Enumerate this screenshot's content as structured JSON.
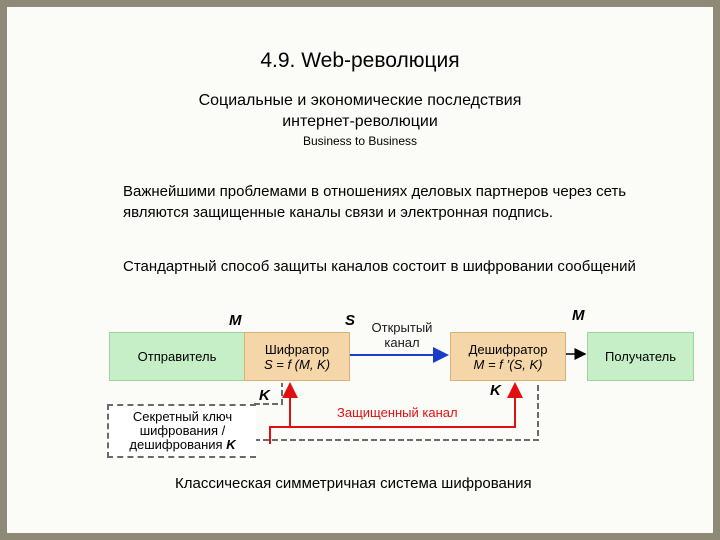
{
  "slide": {
    "title": "4.9. Web-революция",
    "subtitle_line1": "Социальные и экономические последствия",
    "subtitle_line2": "интернет-революции",
    "subtitle_line3": "Business to Business",
    "paragraph1": "Важнейшими проблемами в отношениях деловых партнеров через сеть являются защищенные каналы связи и электронная подпись.",
    "paragraph2": "Стандартный способ защиты каналов состоит в  шифровании сообщений",
    "caption": "Классическая симметричная система шифрования"
  },
  "diagram": {
    "sender": "Отправитель",
    "encryptor_line1": "Шифратор",
    "encryptor_line2": "S = f (M, K)",
    "decryptor_line1": "Дешифратор",
    "decryptor_line2": "M = f  ’(S, K)",
    "receiver": "Получатель",
    "key_line1": "Секретный ключ",
    "key_line2": "шифрования /",
    "key_line3": "дешифрования",
    "key_symbol": "K",
    "label_m_left": "M",
    "label_s": "S",
    "label_m_right": "M",
    "label_k_left": "K",
    "label_k_right": "K",
    "open_channel": "Открытый канал",
    "protected_channel": "Защищенный канал"
  },
  "colors": {
    "green_box": "#c7efc7",
    "orange_box": "#f5d6a9",
    "open_channel_arrow": "#1a3cc8",
    "protected_channel": "#e01010",
    "key_line": "#6a6a6a"
  }
}
